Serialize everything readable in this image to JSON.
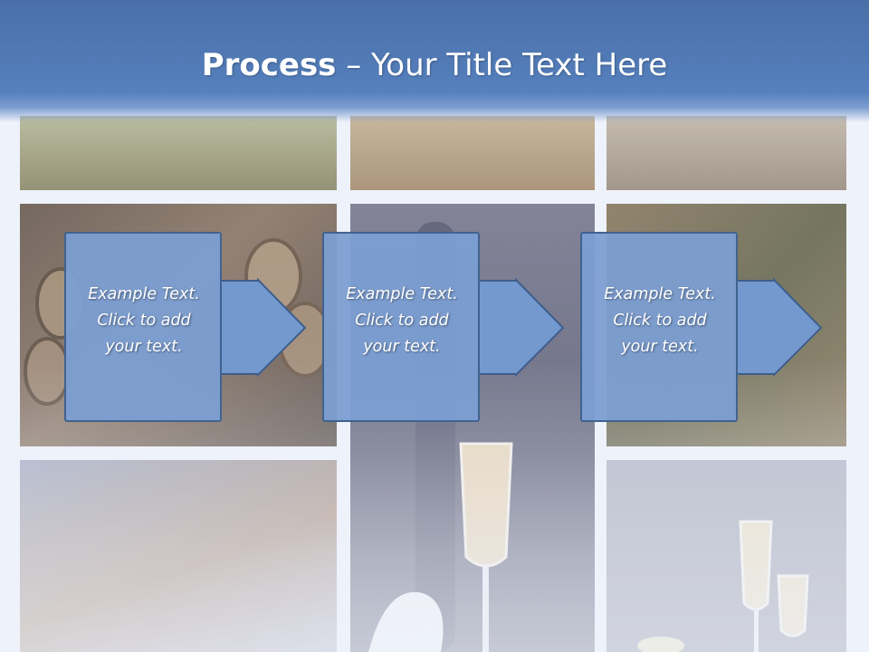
{
  "slide": {
    "title_bold": "Process",
    "title_rest": " – Your Title Text Here"
  },
  "steps": [
    {
      "lines": [
        "Example Text.",
        "Click  to add",
        "your text."
      ]
    },
    {
      "lines": [
        "Example Text.",
        "Click  to add",
        "your text."
      ]
    },
    {
      "lines": [
        "Example Text.",
        "Click  to add",
        "your text."
      ]
    }
  ],
  "colors": {
    "header": "#4f78b5",
    "box_fill": "#7b9ed2",
    "box_stroke": "#41628f",
    "arrow_fill": "#7499cf",
    "arrow_stroke": "#3f5e8c"
  }
}
